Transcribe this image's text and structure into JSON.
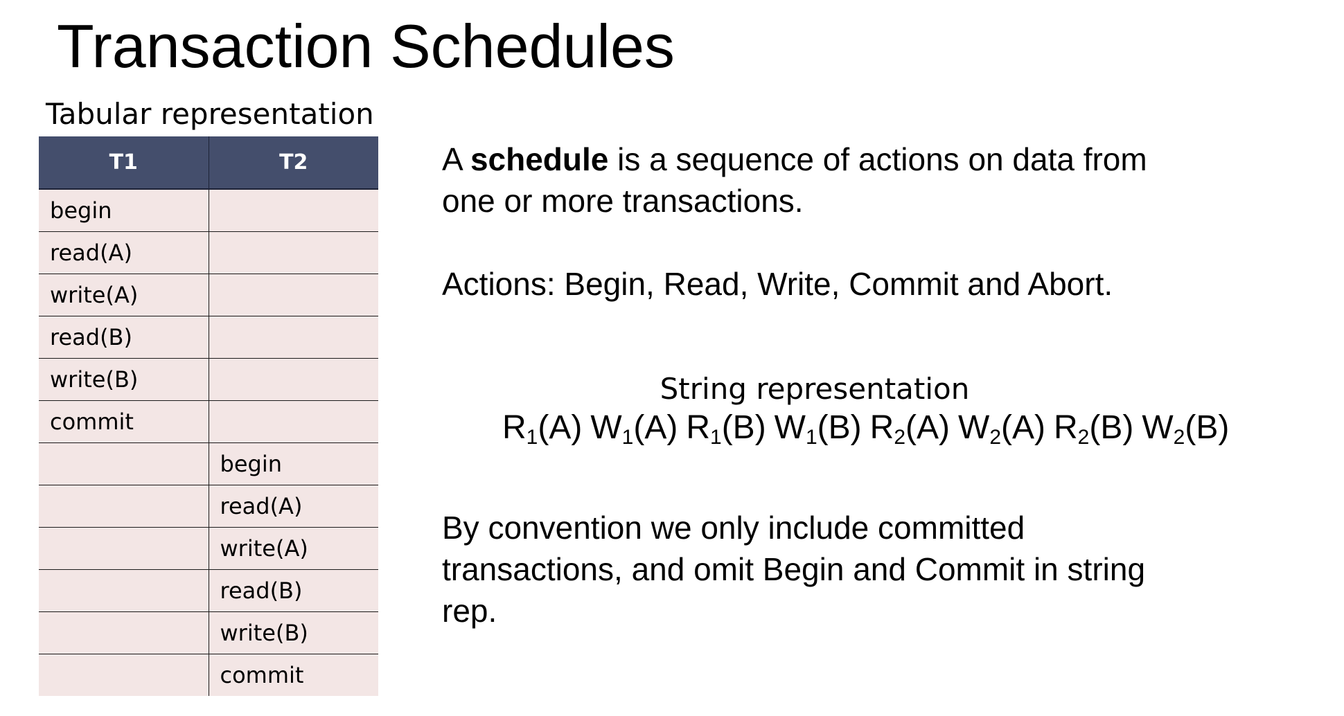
{
  "title": "Transaction Schedules",
  "tabular": {
    "caption": "Tabular representation",
    "headers": [
      "T1",
      "T2"
    ],
    "rows": [
      [
        "begin",
        ""
      ],
      [
        "read(A)",
        ""
      ],
      [
        "write(A)",
        ""
      ],
      [
        "read(B)",
        ""
      ],
      [
        "write(B)",
        ""
      ],
      [
        "commit",
        ""
      ],
      [
        "",
        "begin"
      ],
      [
        "",
        "read(A)"
      ],
      [
        "",
        "write(A)"
      ],
      [
        "",
        "read(B)"
      ],
      [
        "",
        "write(B)"
      ],
      [
        "",
        "commit"
      ]
    ]
  },
  "definition": {
    "pre": "A ",
    "term": "schedule",
    "line1_rest": " is a sequence of actions on data from",
    "line2": "one or more transactions."
  },
  "actions_text": "Actions: Begin, Read, Write, Commit and Abort.",
  "string_rep": {
    "caption": "String representation",
    "ops": [
      {
        "letter": "R",
        "sub": "1",
        "arg": "(A)"
      },
      {
        "letter": "W",
        "sub": "1",
        "arg": "(A)"
      },
      {
        "letter": "R",
        "sub": "1",
        "arg": "(B)"
      },
      {
        "letter": "W",
        "sub": "1",
        "arg": "(B)"
      },
      {
        "letter": "R",
        "sub": "2",
        "arg": "(A)"
      },
      {
        "letter": "W",
        "sub": "2",
        "arg": "(A)"
      },
      {
        "letter": "R",
        "sub": "2",
        "arg": "(B)"
      },
      {
        "letter": "W",
        "sub": "2",
        "arg": "(B)"
      }
    ]
  },
  "convention": {
    "line1": "By convention we only include committed",
    "line2": "transactions, and omit Begin and Commit in string",
    "line3": "rep."
  }
}
